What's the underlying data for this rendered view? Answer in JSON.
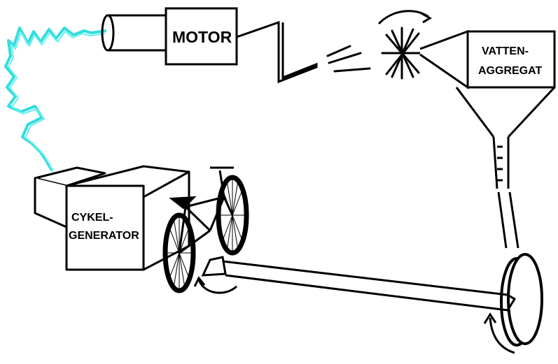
{
  "labels": {
    "motor": "MOTOR",
    "water_unit_line1": "VATTEN-",
    "water_unit_line2": "AGGREGAT",
    "generator_line1": "CYKEL-",
    "generator_line2": "GENERATOR"
  },
  "colors": {
    "stroke": "#000000",
    "electric_arc": "#33dddd",
    "background": "#ffffff"
  }
}
